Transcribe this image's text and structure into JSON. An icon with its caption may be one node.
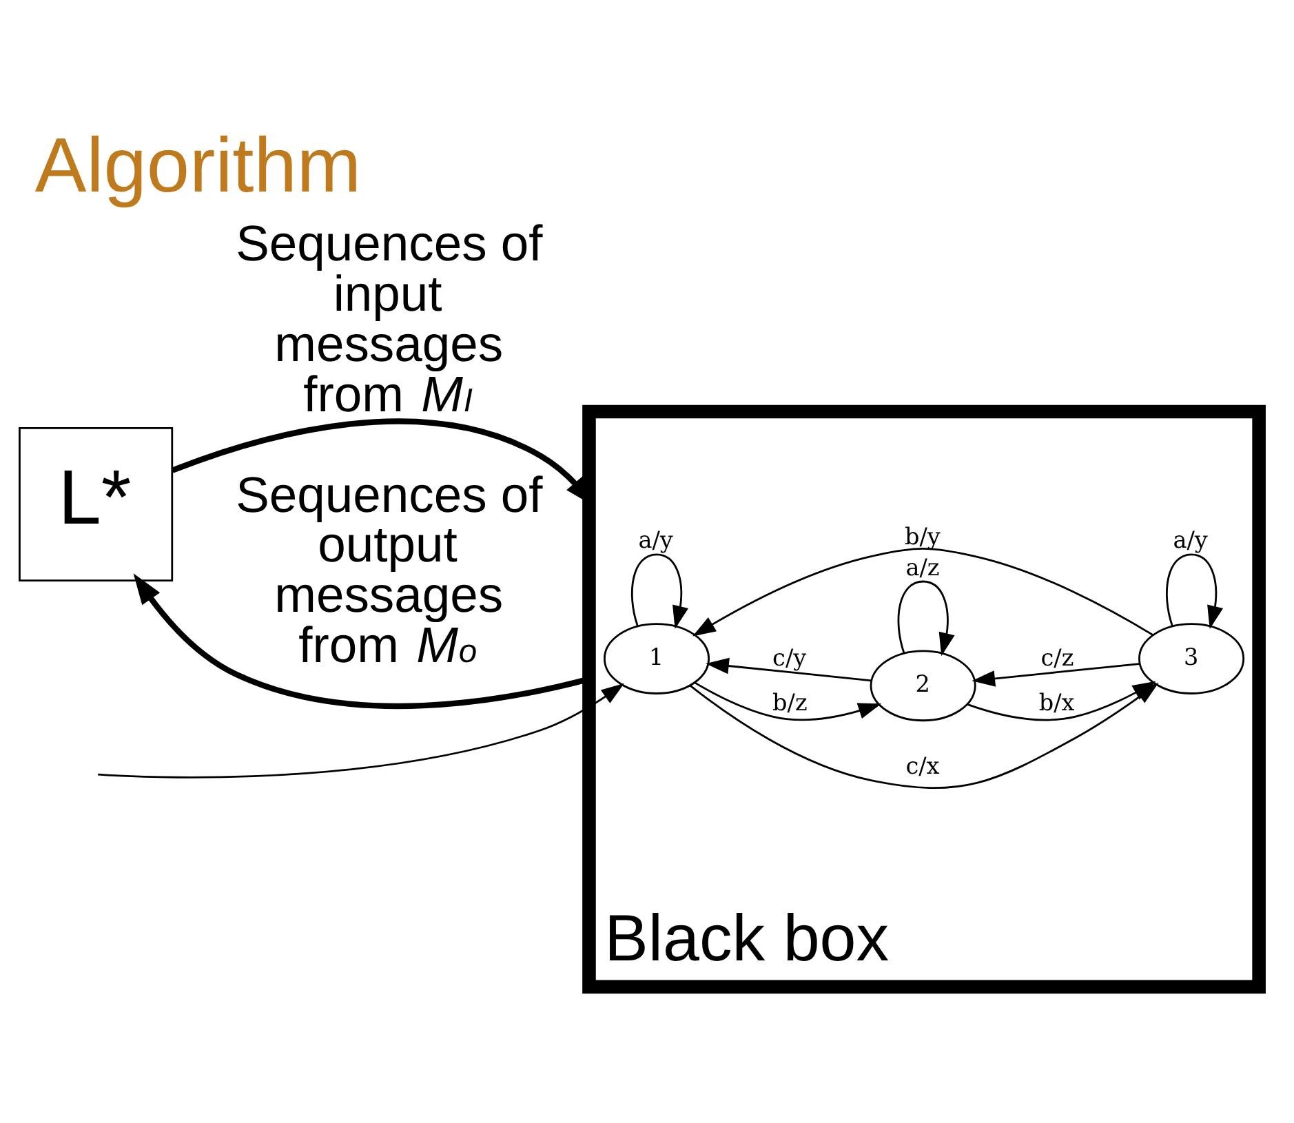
{
  "diagram": {
    "title": "Algorithm",
    "nodes": [
      {
        "text": [
          "L*"
        ]
      },
      {
        "text": [
          "Black box"
        ]
      },
      {
        "text": [
          "1"
        ],
        "in": 1
      },
      {
        "text": [
          "2"
        ],
        "in": 1
      },
      {
        "text": [
          "3"
        ],
        "in": 1
      }
    ],
    "edges": [
      {
        "from": null,
        "to": 2,
        "arrow": "to"
      },
      {
        "from": 2,
        "to": 2,
        "arrow": "to",
        "label": "a/y"
      },
      {
        "from": 2,
        "to": 3,
        "arrow": "to",
        "label": "b/z"
      },
      {
        "from": 3,
        "to": 2,
        "arrow": "to",
        "label": "c/y"
      },
      {
        "from": 3,
        "to": 3,
        "arrow": "to",
        "label": "a/z"
      },
      {
        "from": 2,
        "to": 4,
        "arrow": "to",
        "label": "c/x"
      },
      {
        "from": 4,
        "to": 2,
        "arrow": "to",
        "label": "b/y"
      },
      {
        "from": 3,
        "to": 4,
        "arrow": "to",
        "label": "b/x"
      },
      {
        "from": 4,
        "to": 3,
        "arrow": "to",
        "label": "c/z"
      },
      {
        "from": 4,
        "to": 4,
        "arrow": "to",
        "label": "a/y"
      },
      {
        "from": 0,
        "to": 1,
        "arrow": "to",
        "style": "thick",
        "label": "Sequences of input messages from *M*$_{I}$"
      },
      {
        "from": 1,
        "to": 0,
        "arrow": "to",
        "style": "thick",
        "label": "Sequences of output messages from *M*$_{o}$"
      }
    ]
  }
}
